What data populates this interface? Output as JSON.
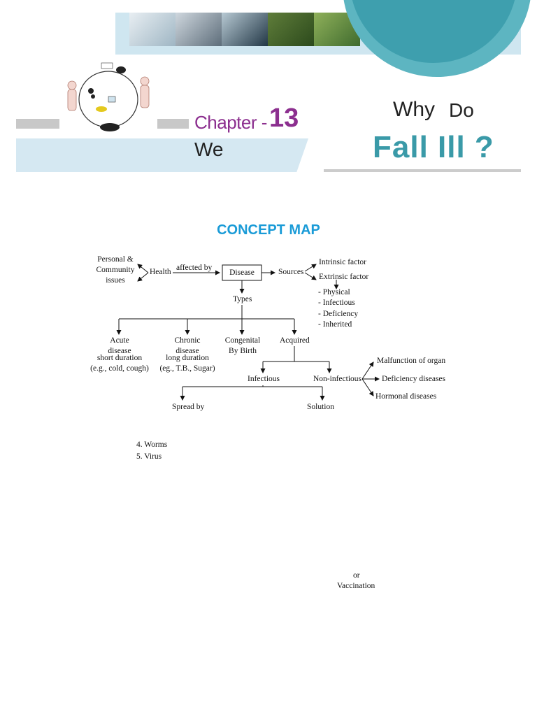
{
  "header": {
    "chapter_label": "Chapter -",
    "chapter_number": "13",
    "title_we": "We",
    "title_why": "Why",
    "title_do": "Do",
    "title_fall_ill": "Fall Ill ?"
  },
  "concept_map": {
    "title": "CONCEPT MAP",
    "personal_community": [
      "Personal &",
      "Community",
      "issues"
    ],
    "health": "Health",
    "affected_by": "affected by",
    "disease": "Disease",
    "sources": "Sources",
    "intrinsic": "Intrinsic factor",
    "extrinsic": "Extrinsic factor",
    "extrinsic_items": [
      "- Physical",
      "- Infectious",
      "- Deficiency",
      "- Inherited"
    ],
    "types": "Types",
    "acute": [
      "Acute",
      "disease",
      "short duration",
      "(e.g., cold, cough)"
    ],
    "chronic": [
      "Chronic",
      "disease",
      "long duration",
      "(eg., T.B., Sugar)"
    ],
    "congenital": [
      "Congenital",
      "By Birth"
    ],
    "acquired": "Acquired",
    "infectious": "Infectious",
    "non_infectious": "Non-infectious",
    "non_infectious_items": [
      "Malfunction of organ",
      "Deficiency diseases",
      "Hormonal diseases"
    ],
    "spread_by": "Spread by",
    "solution": "Solution",
    "list_items": [
      "4. Worms",
      "5. Virus"
    ],
    "or": "or",
    "vaccination": "Vaccination"
  },
  "colors": {
    "accent_purple": "#8c2f8f",
    "accent_teal": "#3a9aa8",
    "title_blue": "#1a9bd7"
  }
}
